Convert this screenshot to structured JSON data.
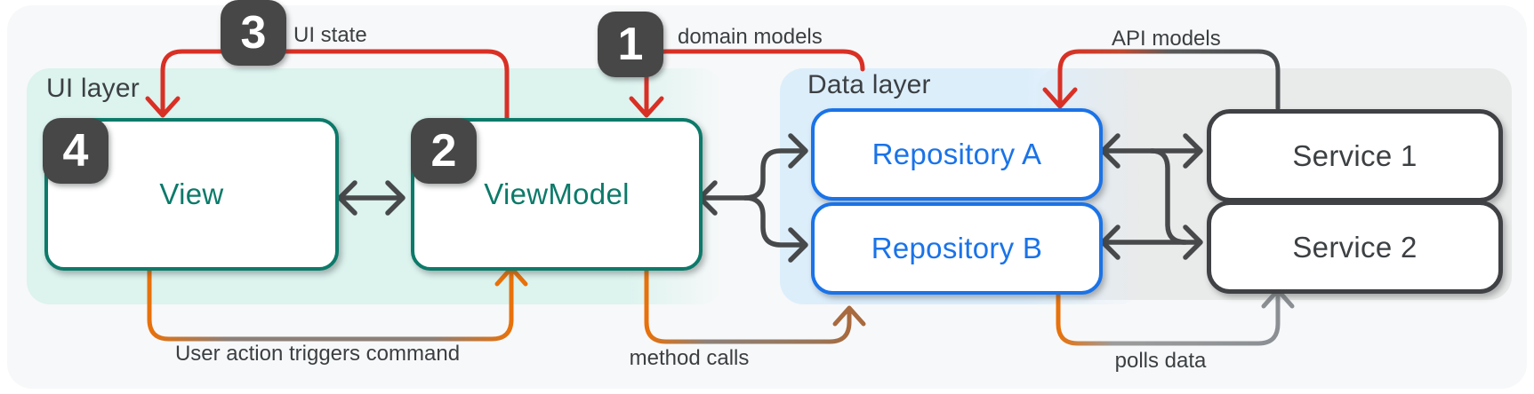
{
  "diagram": {
    "layers": {
      "ui": {
        "label": "UI layer"
      },
      "data": {
        "label": "Data layer"
      }
    },
    "boxes": {
      "view": {
        "label": "View",
        "badge": "4"
      },
      "viewmodel": {
        "label": "ViewModel",
        "badge": "2"
      },
      "repository_a": {
        "label": "Repository A"
      },
      "repository_b": {
        "label": "Repository B"
      },
      "service_1": {
        "label": "Service 1"
      },
      "service_2": {
        "label": "Service 2"
      }
    },
    "callouts": {
      "ui_state": {
        "badge": "3",
        "label": "UI state"
      },
      "domain_models": {
        "badge": "1",
        "label": "domain models"
      },
      "api_models": {
        "label": "API models"
      }
    },
    "flow_labels": {
      "user_action": "User action triggers command",
      "method_calls": "method calls",
      "polls_data": "polls data"
    },
    "colors": {
      "canvas_bg": "#f7f8f9",
      "ui_layer_bg": "#dcf3ee",
      "data_layer_bg": "#ddeefb",
      "services_layer_bg": "#e9eaea",
      "teal": "#0c7a6a",
      "blue": "#1a73e8",
      "red": "#d93025",
      "orange": "#e8710a",
      "dark_arrow": "#47494b",
      "badge_bg": "#474747"
    }
  }
}
